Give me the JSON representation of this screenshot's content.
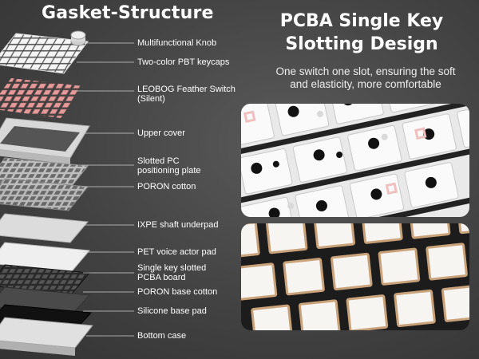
{
  "left_title": "Gasket-Structure",
  "right_title_line1": "PCBA Single Key",
  "right_title_line2": "Slotting Design",
  "right_subtitle_line1": "One switch one slot, ensuring the soft",
  "right_subtitle_line2": "and elasticity, more comfortable",
  "layers": [
    {
      "label": "Multifunctional Knob"
    },
    {
      "label": "Two-color PBT keycaps"
    },
    {
      "label": "LEOBOG Feather Switch (Silent)"
    },
    {
      "label": "Upper cover"
    },
    {
      "label": "Slotted PC positioning plate"
    },
    {
      "label": "PORON cotton"
    },
    {
      "label": "IXPE shaft underpad"
    },
    {
      "label": "PET voice actor pad"
    },
    {
      "label": "Single key slotted PCBA board"
    },
    {
      "label": "PORON base cotton"
    },
    {
      "label": "Silicone base pad"
    },
    {
      "label": "Bottom case"
    }
  ],
  "colors": {
    "background": "#444444",
    "switch_pink": "#e89a9a",
    "plate_gray": "#9a9a9a",
    "pcb_black": "#1a1a1a",
    "copper": "#c9a27a"
  }
}
